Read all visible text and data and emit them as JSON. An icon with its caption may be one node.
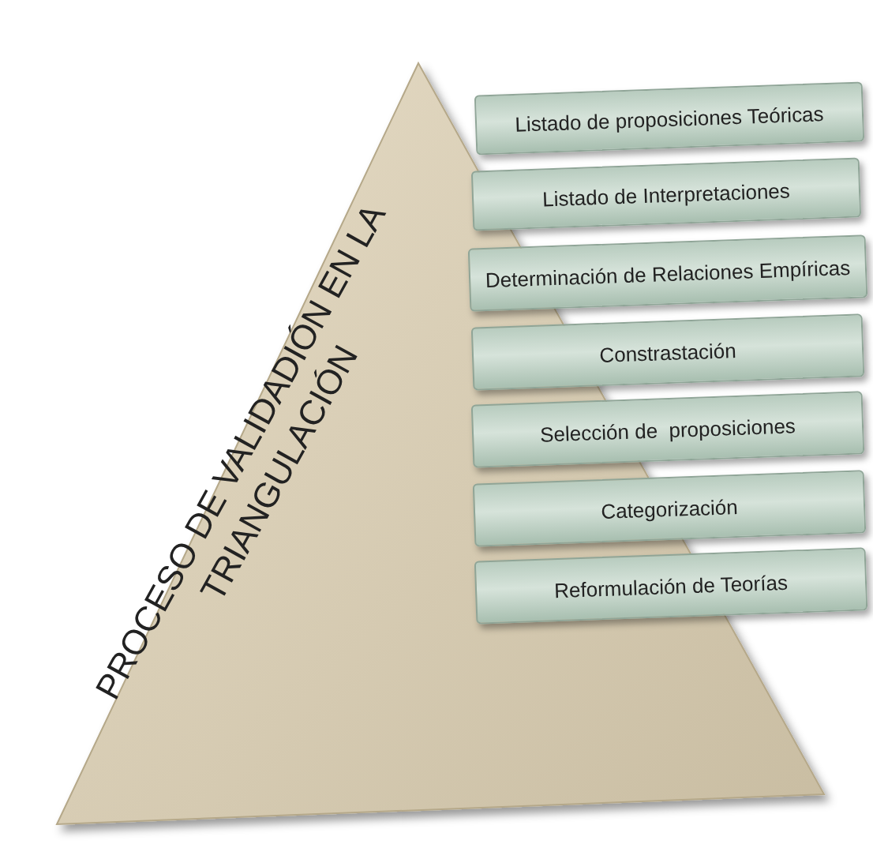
{
  "diagram": {
    "nodes": [
      {
        "text": [
          "PROCESO DE VALIDADIÓN EN LA TRIANGULACIÓN"
        ]
      },
      {
        "text": [
          "Listado de proposiciones Teóricas"
        ]
      },
      {
        "text": [
          "Listado de Interpretaciones"
        ]
      },
      {
        "text": [
          "Determinación de Relaciones Empíricas"
        ]
      },
      {
        "text": [
          "Constrastación"
        ]
      },
      {
        "text": [
          "Selección de  proposiciones"
        ]
      },
      {
        "text": [
          "Categorización"
        ]
      },
      {
        "text": [
          "Reformulación de Teorías"
        ]
      }
    ]
  }
}
